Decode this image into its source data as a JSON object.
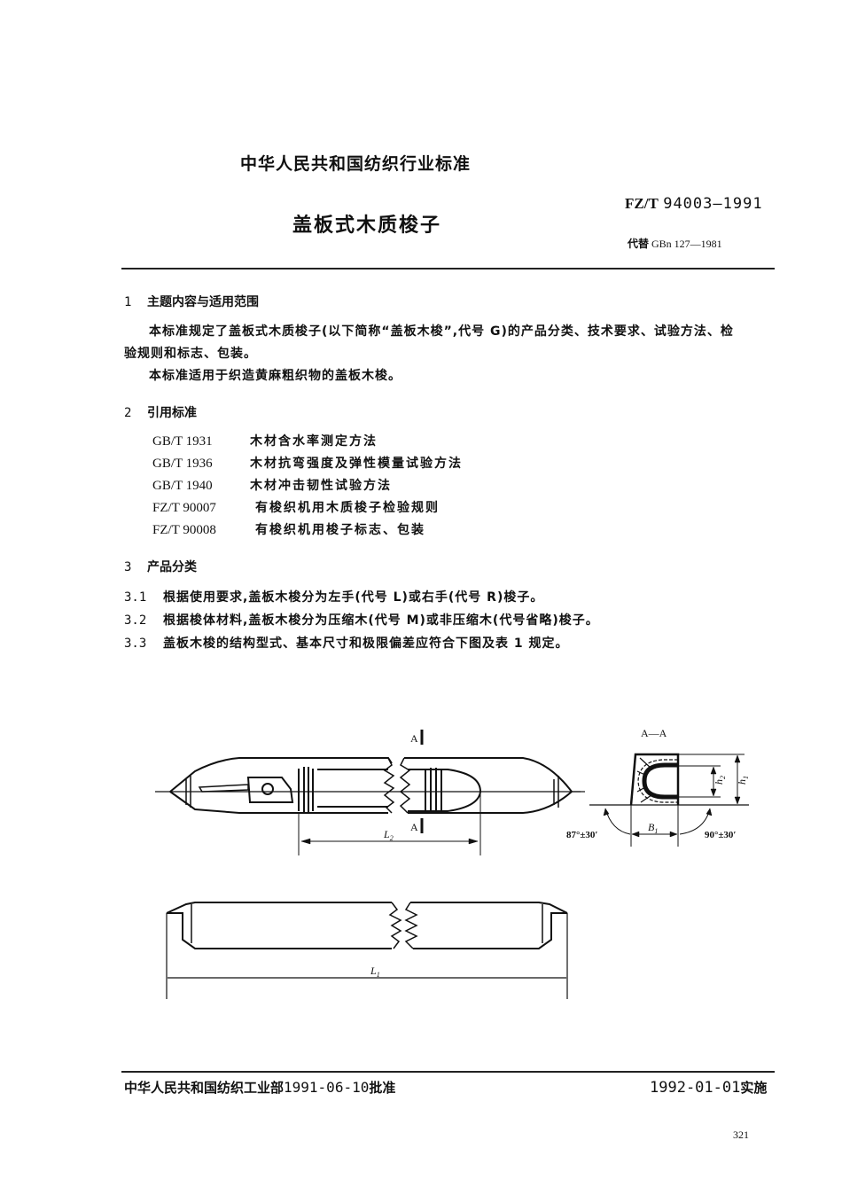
{
  "header": {
    "organization": "中华人民共和国纺织行业标准",
    "title": "盖板式木质梭子",
    "standard_code_prefix": "FZ/T",
    "standard_code_number": "94003—1991",
    "replaces_label": "代替",
    "replaces_code": "GBn 127—1981"
  },
  "sections": [
    {
      "number": "1",
      "heading": "主题内容与适用范围",
      "paragraphs": [
        "本标准规定了盖板式木质梭子(以下简称“盖板木梭”,代号 G)的产品分类、技术要求、试验方法、检",
        "验规则和标志、包装。",
        "本标准适用于织造黄麻粗织物的盖板木梭。"
      ]
    },
    {
      "number": "2",
      "heading": "引用标准",
      "references": [
        {
          "code": "GB/T 1931",
          "title": "木材含水率测定方法"
        },
        {
          "code": "GB/T 1936",
          "title": "木材抗弯强度及弹性模量试验方法"
        },
        {
          "code": "GB/T 1940",
          "title": "木材冲击韧性试验方法"
        },
        {
          "code": "FZ/T 90007",
          "title": "有梭织机用木质梭子检验规则"
        },
        {
          "code": "FZ/T 90008",
          "title": "有梭织机用梭子标志、包装"
        }
      ]
    },
    {
      "number": "3",
      "heading": "产品分类",
      "clauses": [
        {
          "number": "3.1",
          "text": "根据使用要求,盖板木梭分为左手(代号 L)或右手(代号 R)梭子。"
        },
        {
          "number": "3.2",
          "text": "根据梭体材料,盖板木梭分为压缩木(代号 M)或非压缩木(代号省略)梭子。"
        },
        {
          "number": "3.3",
          "text": "盖板木梭的结构型式、基本尺寸和极限偏差应符合下图及表 1 规定。"
        }
      ]
    }
  ],
  "figure": {
    "section_marker": "A",
    "section_view_label": "A—A",
    "dim_L2": "L",
    "dim_L2_sub": "2",
    "dim_L1": "L",
    "dim_L1_sub": "1",
    "dim_B1": "B",
    "dim_B1_sub": "1",
    "dim_h1": "h",
    "dim_h1_sub": "1",
    "dim_h2": "h",
    "dim_h2_sub": "2",
    "angle_left": "87°±30′",
    "angle_right": "90°±30′"
  },
  "footer": {
    "approval_org": "中华人民共和国纺织工业部",
    "approval_date": "1991-06-10",
    "approval_label": "批准",
    "effective_date": "1992-01-01",
    "effective_label": "实施",
    "page_number": "321"
  }
}
